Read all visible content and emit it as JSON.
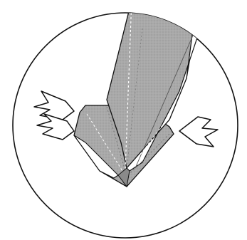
{
  "diagram": {
    "kind": "origami-fold-step",
    "colors": {
      "paper_shade": "#a9a9a9",
      "paper_dark": "#8a8a8a",
      "paper_white": "#ffffff",
      "outline": "#111111",
      "fold_line": "#555555",
      "background": "#ffffff"
    },
    "arrows": [
      {
        "name": "push-arrow-left",
        "direction": "inward-right",
        "style": "hollow-double"
      },
      {
        "name": "push-arrow-right",
        "direction": "inward-left",
        "style": "hollow-single"
      }
    ],
    "detail_view": "circular-zoom"
  }
}
